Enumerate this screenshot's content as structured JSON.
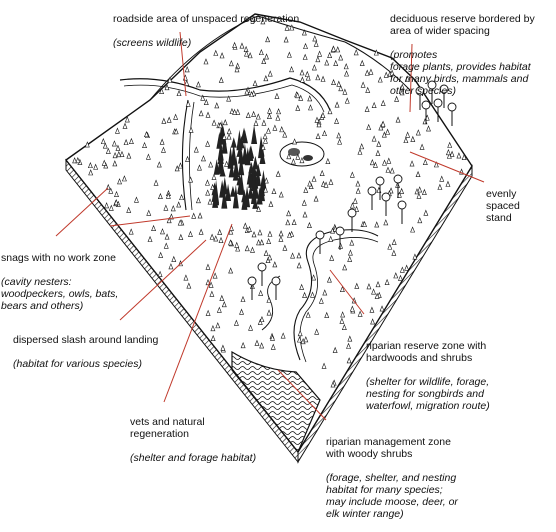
{
  "labels": {
    "roadside": {
      "name": "roadside area of unspaced regeneration",
      "sub": "(screens wildlife)"
    },
    "deciduous": {
      "name": "deciduous reserve bordered by\narea of wider spacing",
      "sub": "(promotes\nforage plants, provides habitat\nfor many birds, mammals and\nother species)"
    },
    "evenly": {
      "name": "evenly\nspaced\nstand",
      "sub": ""
    },
    "snags": {
      "name": "snags with no work zone",
      "sub": "(cavity nesters:\nwoodpeckers, owls, bats,\nbears and others)"
    },
    "slash": {
      "name": "dispersed slash around landing",
      "sub": "(habitat for  various species)"
    },
    "riparian_reserve": {
      "name": "riparian reserve zone with\nhardwoods and shrubs",
      "sub": "(shelter for  wildlife, forage,\nnesting for songbirds and\nwaterfowl, migration route)"
    },
    "vets": {
      "name": "vets and natural\nregeneration",
      "sub": "(shelter and forage habitat)"
    },
    "riparian_mgmt": {
      "name": "riparian management zone\nwith woody shrubs",
      "sub": "(forage, shelter, and nesting\nhabitat for many species;\nmay include moose, deer, or\nelk winter range)"
    }
  },
  "colors": {
    "line": "#111111",
    "leader": "#c0392b",
    "ground": "#ffffff"
  }
}
